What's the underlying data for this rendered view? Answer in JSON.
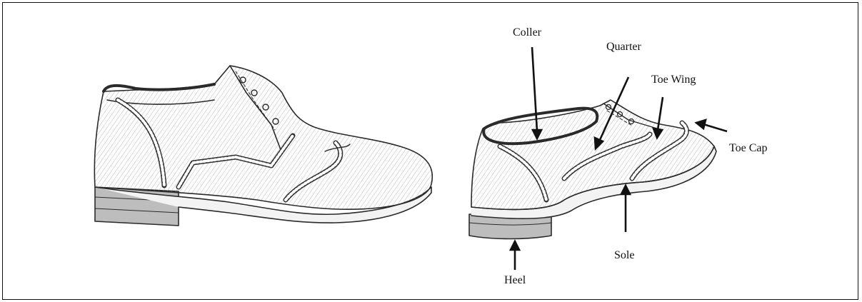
{
  "labels": {
    "coller": "Coller",
    "quarter": "Quarter",
    "toe_wing": "Toe Wing",
    "toe_cap": "Toe Cap",
    "sole": "Sole",
    "heel": "Heel"
  }
}
